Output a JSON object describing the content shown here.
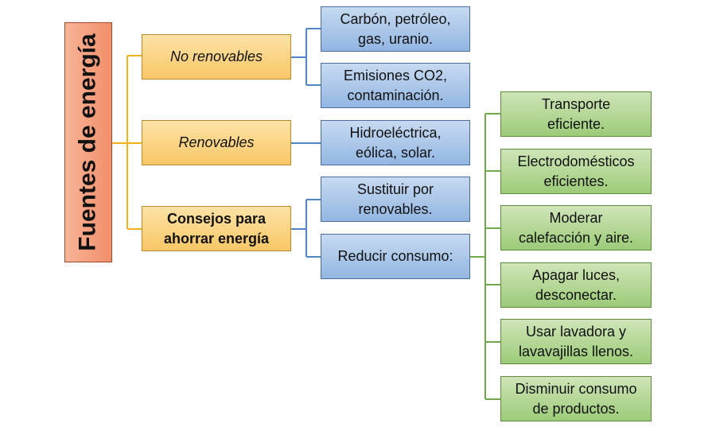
{
  "diagram": {
    "root": {
      "label": "Fuentes de energía"
    },
    "categories": {
      "no_renovables": "No renovables",
      "renovables": "Renovables",
      "consejos": "Consejos para\nahorrar energía"
    },
    "no_renovables_items": {
      "fuentes": "Carbón, petróleo,\ngas, uranio.",
      "efectos": "Emisiones CO2,\ncontaminación."
    },
    "renovables_items": {
      "tipos": "Hidroeléctrica,\neólica, solar."
    },
    "consejos_items": {
      "sustituir": "Sustituir por\nrenovables.",
      "reducir": "Reducir consumo:"
    },
    "reducir_items": [
      "Transporte\neficiente.",
      "Electrodomésticos\neficientes.",
      "Moderar\ncalefacción y aire.",
      "Apagar luces,\ndesconectar.",
      "Usar lavadora y\nlavavajillas llenos.",
      "Disminuir consumo\nde productos."
    ],
    "colors": {
      "root_fill": "#f4a07c",
      "category_fill": "#fbd37f",
      "detail_fill": "#a9c6ea",
      "tip_fill": "#b4d796",
      "link_orange": "#f2b21c",
      "link_blue": "#4f86c6",
      "link_green": "#70a94a"
    }
  }
}
